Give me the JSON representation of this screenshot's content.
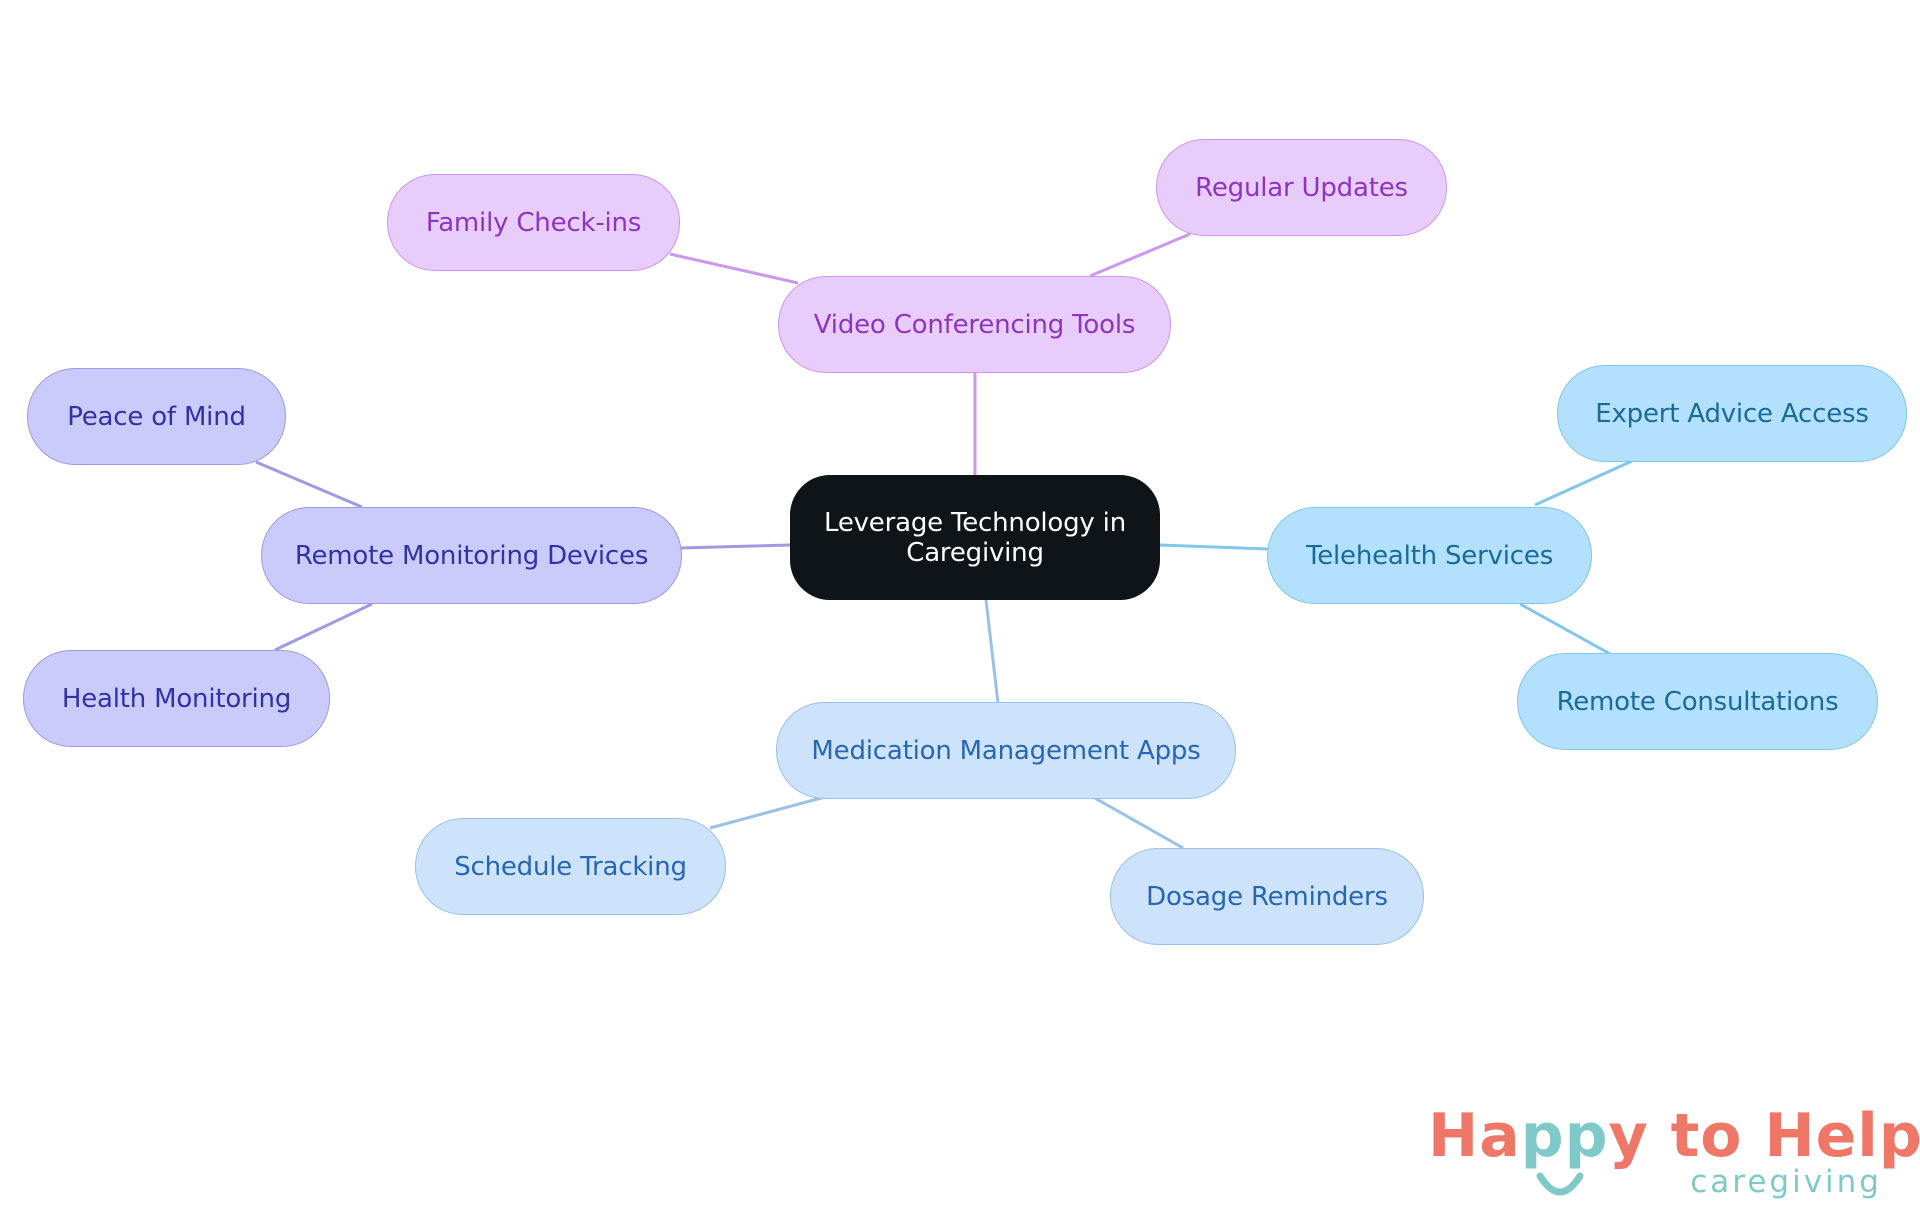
{
  "colors": {
    "central_bg": "#0f1419",
    "central_text": "#ffffff",
    "purple_fill": "#e8ccfc",
    "purple_stroke": "#cc97ed",
    "purple_text": "#8e35bf",
    "indigo_fill": "#cacbfb",
    "indigo_stroke": "#9f9ae2",
    "indigo_text": "#3232a6",
    "sky_fill": "#b3e0fc",
    "sky_stroke": "#82c6ea",
    "sky_text": "#1a6b9a",
    "pale_fill": "#cde2fb",
    "pale_stroke": "#99c1ea",
    "pale_text": "#2767b2",
    "logo_coral": "#ef7767",
    "logo_teal": "#7fcac8"
  },
  "diagram": {
    "central": "Leverage Technology in Caregiving",
    "branches": [
      {
        "label": "Video Conferencing Tools",
        "children": [
          "Family Check-ins",
          "Regular Updates"
        ]
      },
      {
        "label": "Remote Monitoring Devices",
        "children": [
          "Peace of Mind",
          "Health Monitoring"
        ]
      },
      {
        "label": "Telehealth Services",
        "children": [
          "Expert Advice Access",
          "Remote Consultations"
        ]
      },
      {
        "label": "Medication Management Apps",
        "children": [
          "Schedule Tracking",
          "Dosage Reminders"
        ]
      }
    ]
  },
  "logo": {
    "text_part1": "Ha",
    "text_part2": "pp",
    "text_part3": "y to Help",
    "tagline": "caregiving"
  }
}
